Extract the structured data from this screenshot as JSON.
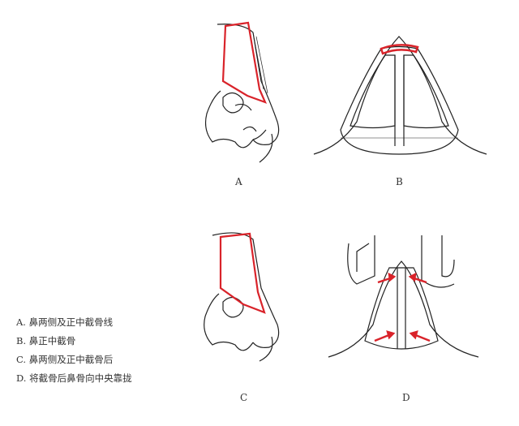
{
  "panels": [
    {
      "label": "A"
    },
    {
      "label": "B"
    },
    {
      "label": "C"
    },
    {
      "label": "D"
    }
  ],
  "legend": [
    "A. 鼻两侧及正中截骨线",
    "B. 鼻正中截骨",
    "C. 鼻两侧及正中截骨后",
    "D. 将截骨后鼻骨向中央靠拢"
  ],
  "colors": {
    "ink": "#222222",
    "highlight": "#d9232a"
  }
}
